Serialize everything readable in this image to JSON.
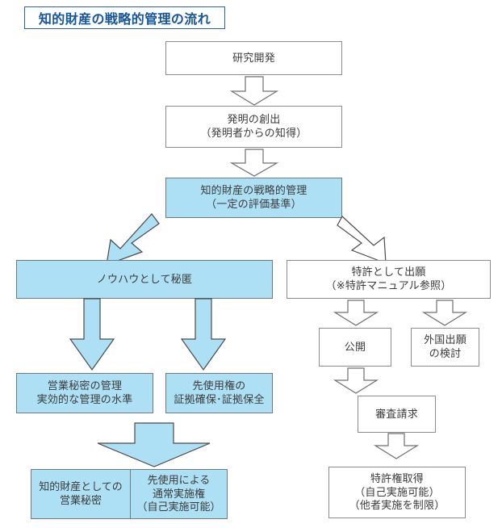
{
  "title": {
    "text": "知的財産の戦略的管理の流れ",
    "color": "#15559b"
  },
  "colors": {
    "blue_fill": "#ade0f4",
    "blue_stroke": "#6f7b82",
    "white_fill": "#ffffff",
    "gray_stroke": "#8c8c8c",
    "text": "#3b3b3b",
    "title_border": "#2f5fa8"
  },
  "nodes": {
    "research": {
      "label": "研究開発",
      "style": "white"
    },
    "invention": {
      "label": "発明の創出\n（発明者からの知得）",
      "style": "white"
    },
    "strategic_mgmt": {
      "label": "知的財産の戦略的管理\n（一定の評価基準）",
      "style": "blue"
    },
    "know_how_secret": {
      "label": "ノウハウとして秘匿",
      "style": "blue"
    },
    "patent_filing": {
      "label": "特許として出願\n（※特許マニュアル参照）",
      "style": "white"
    },
    "trade_secret_mgmt": {
      "label": "営業秘密の管理\n実効的な管理の水準",
      "style": "blue"
    },
    "prior_use_right": {
      "label": "先使用権の\n証拠確保･証拠保全",
      "style": "blue"
    },
    "ip_trade_secret": {
      "label": "知的財産としての\n営業秘密",
      "style": "blue"
    },
    "ordinary_license": {
      "label": "先使用による\n通常実施権\n（自己実施可能）",
      "style": "blue"
    },
    "publication": {
      "label": "公開",
      "style": "white"
    },
    "foreign_filing": {
      "label": "外国出願\nの検討",
      "style": "white"
    },
    "exam_request": {
      "label": "審査請求",
      "style": "white"
    },
    "patent_acquired": {
      "label": "特許権取得\n（自己実施可能）\n（他者実施を制限）",
      "style": "white"
    }
  },
  "arrows": {
    "research_to_invention": {
      "name": "arrow-down-white",
      "fill": "white"
    },
    "invention_to_strategic": {
      "name": "arrow-down-white",
      "fill": "white"
    },
    "strategic_to_knowhow": {
      "name": "arrow-diagonal-left-blue",
      "fill": "blue"
    },
    "strategic_to_patent": {
      "name": "arrow-diagonal-right-white",
      "fill": "white"
    },
    "knowhow_to_tradesecret": {
      "name": "arrow-down-blue",
      "fill": "blue"
    },
    "knowhow_to_prioruse": {
      "name": "arrow-down-blue",
      "fill": "blue"
    },
    "merge_to_bottom": {
      "name": "arrow-down-wide-blue",
      "fill": "blue"
    },
    "patent_to_publication": {
      "name": "arrow-down-white",
      "fill": "white"
    },
    "patent_to_foreign": {
      "name": "arrow-down-white",
      "fill": "white"
    },
    "publication_to_exam": {
      "name": "arrow-down-white",
      "fill": "white"
    },
    "exam_to_acquired": {
      "name": "arrow-down-white",
      "fill": "white"
    }
  }
}
